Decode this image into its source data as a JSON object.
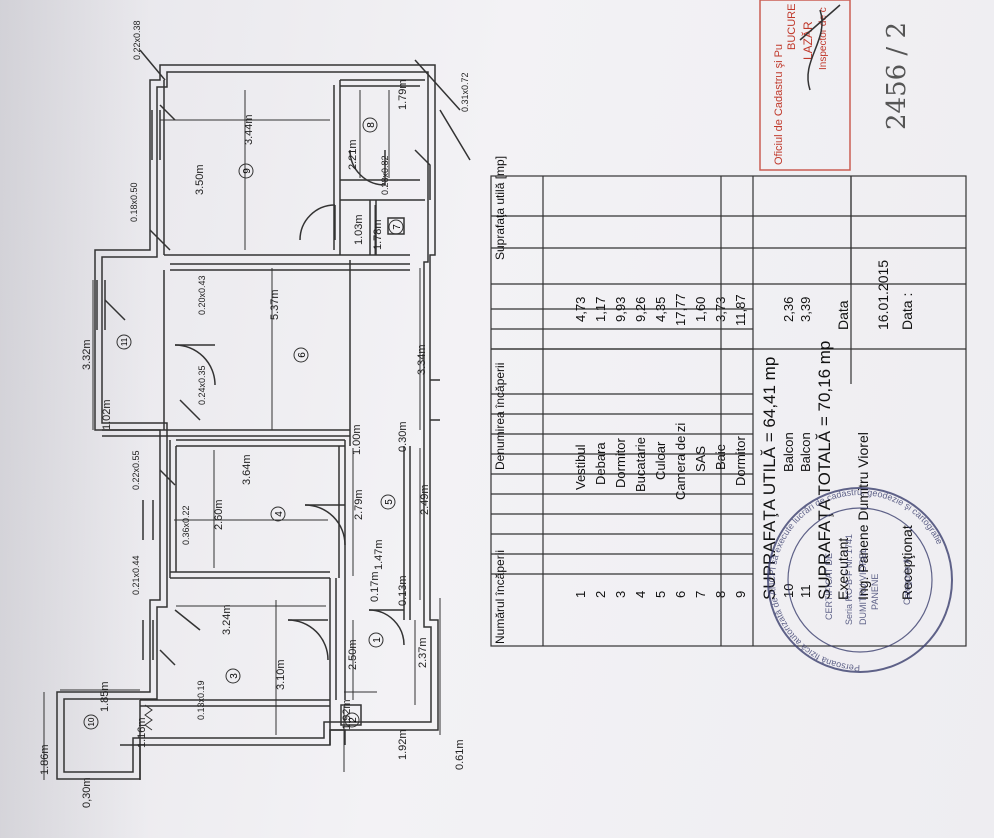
{
  "dims": {
    "d_0_30": "0,30m",
    "d_1_86": "1.86m",
    "d_1_85": "1.85m",
    "d_1_16": "1.16m",
    "d_1_92a": "1.92m",
    "d_1_92b": "1.92m",
    "d_0_61": "0.61m",
    "d_0_13x0_19": "0.13x0.19",
    "d_3_10": "3.10m",
    "d_3_24": "3.24m",
    "d_2_50": "2.50m",
    "d_2_37": "2.37m",
    "d_0_13": "0.13m",
    "d_0_17": "0.17m",
    "d_1_47": "1.47m",
    "d_0_21x0_44": "0.21x0.44",
    "d_0_36x0_22": "0.36x0.22",
    "d_2_60": "2.60m",
    "d_2_79": "2.79m",
    "d_2_49": "2.49m",
    "d_3_64": "3.64m",
    "d_0_22x0_55": "0.22x0.55",
    "d_0_30b": "0.30m",
    "d_1_00": "1.00m",
    "d_1_02": "1.02m",
    "d_0_24x0_35": "0.24x0.35",
    "d_3_32": "3.32m",
    "d_3_34": "3.34m",
    "d_5_37": "5.37m",
    "d_0_20x0_43": "0.20x0.43",
    "d_1_78": "1.78m",
    "d_1_03": "1.03m",
    "d_0_18x0_50": "0.18x0.50",
    "d_3_50": "3.50m",
    "d_3_44": "3.44m",
    "d_2_21": "2.21m",
    "d_0_28x0_82": "0.28x0.82",
    "d_1_79": "1.79m",
    "d_0_31x0_72": "0.31x0.72",
    "d_0_22x0_38": "0.22x0.38"
  },
  "rooms": [
    "1",
    "2",
    "3",
    "4",
    "5",
    "6",
    "7",
    "8",
    "9",
    "10",
    "11"
  ],
  "table": {
    "headers": [
      "Numărul încăperii",
      "Denumirea încăperii",
      "Suprafaţa utilă [mp]"
    ],
    "rows": [
      [
        "1",
        "Vestibul",
        "4,73"
      ],
      [
        "2",
        "Debara",
        "1,17"
      ],
      [
        "3",
        "Dormitor",
        "9,93"
      ],
      [
        "4",
        "Bucatarie",
        "9,26"
      ],
      [
        "5",
        "Culoar",
        "4,35"
      ],
      [
        "6",
        "Camera de zi",
        "17,77"
      ],
      [
        "7",
        "SAS",
        "1,60"
      ],
      [
        "8",
        "Baie",
        "3,73"
      ],
      [
        "9",
        "Dormitor",
        "11,87"
      ]
    ],
    "util_total": "SUPRAFAŢA UTILĂ = 64,41 mp",
    "balcony_rows": [
      [
        "10",
        "Balcon",
        "2,36"
      ],
      [
        "11",
        "Balcon",
        "3,39"
      ]
    ],
    "grand_total": "SUPRAFAŢA TOTALĂ = 70,16 mp",
    "exec_label": "Executant",
    "exec_name": "Ing. Panene Dumitru Viorel",
    "data_label": "Data",
    "date": "16.01.2015",
    "recep_label": "Recepţionat",
    "data2_label": "Data :"
  },
  "stamp_round": {
    "ring": "Persoană fizică autorizată de ANCPI să execute lucrări de cadastru, geodezie şi cartografie",
    "lines": [
      "CERTIFICAT DE",
      "Seria RO-B-F Nr. 1741",
      "DUMITRU VIOREL",
      "PANENE",
      "Categoria A"
    ]
  },
  "stamp_red": {
    "lines": [
      "Oficiul de Cadastru şi Pu",
      "BUCURE",
      "LAZĂR",
      "Inspector de c"
    ]
  },
  "handwritten_number": "2456 / 2"
}
